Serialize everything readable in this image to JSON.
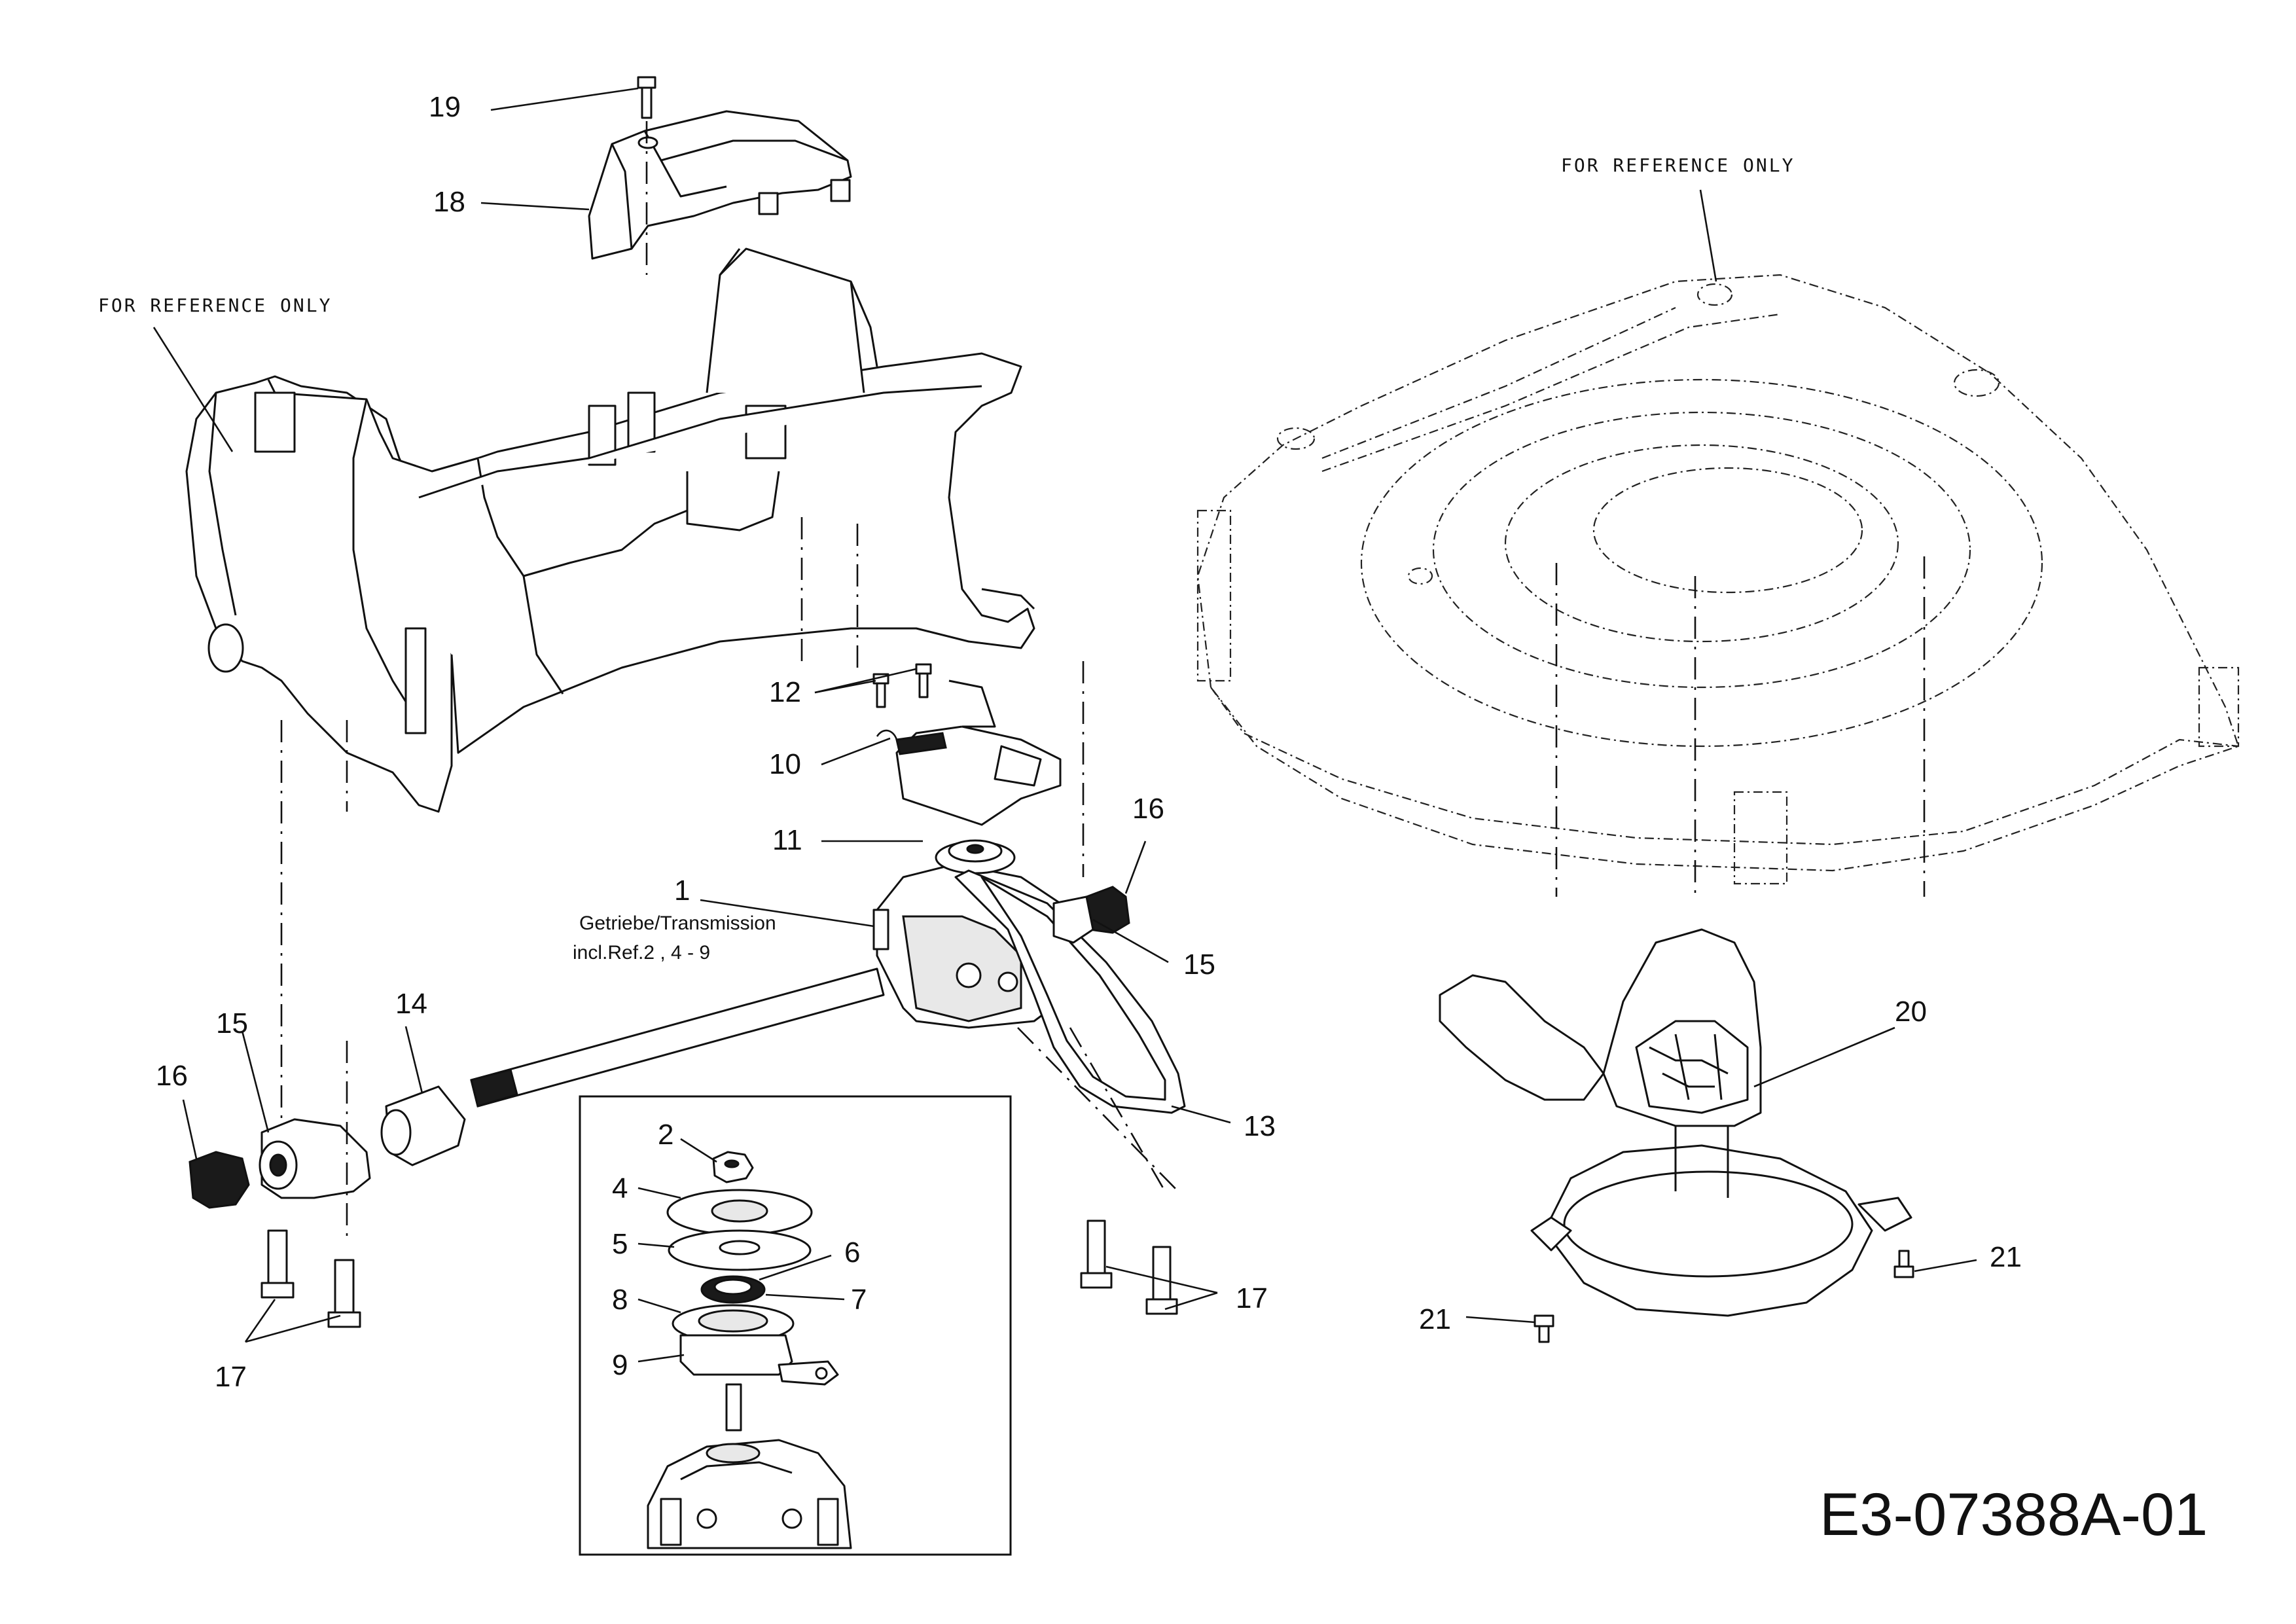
{
  "diagram": {
    "doc_id": "E3-07388A-01",
    "reference_notes": {
      "left": "FOR REFERENCE ONLY",
      "right": "FOR REFERENCE ONLY"
    },
    "transmission_note": {
      "line1": "Getriebe/Transmission",
      "line2": "incl.Ref.2 , 4 - 9"
    },
    "callouts": {
      "c1": "1",
      "c2": "2",
      "c4": "4",
      "c5": "5",
      "c6": "6",
      "c7": "7",
      "c8": "8",
      "c9": "9",
      "c10": "10",
      "c11": "11",
      "c12": "12",
      "c13": "13",
      "c14": "14",
      "c15_left": "15",
      "c15_right": "15",
      "c16_left": "16",
      "c16_right": "16",
      "c17_left": "17",
      "c17_right": "17",
      "c18": "18",
      "c19": "19",
      "c20": "20",
      "c21_left": "21",
      "c21_right": "21"
    }
  }
}
